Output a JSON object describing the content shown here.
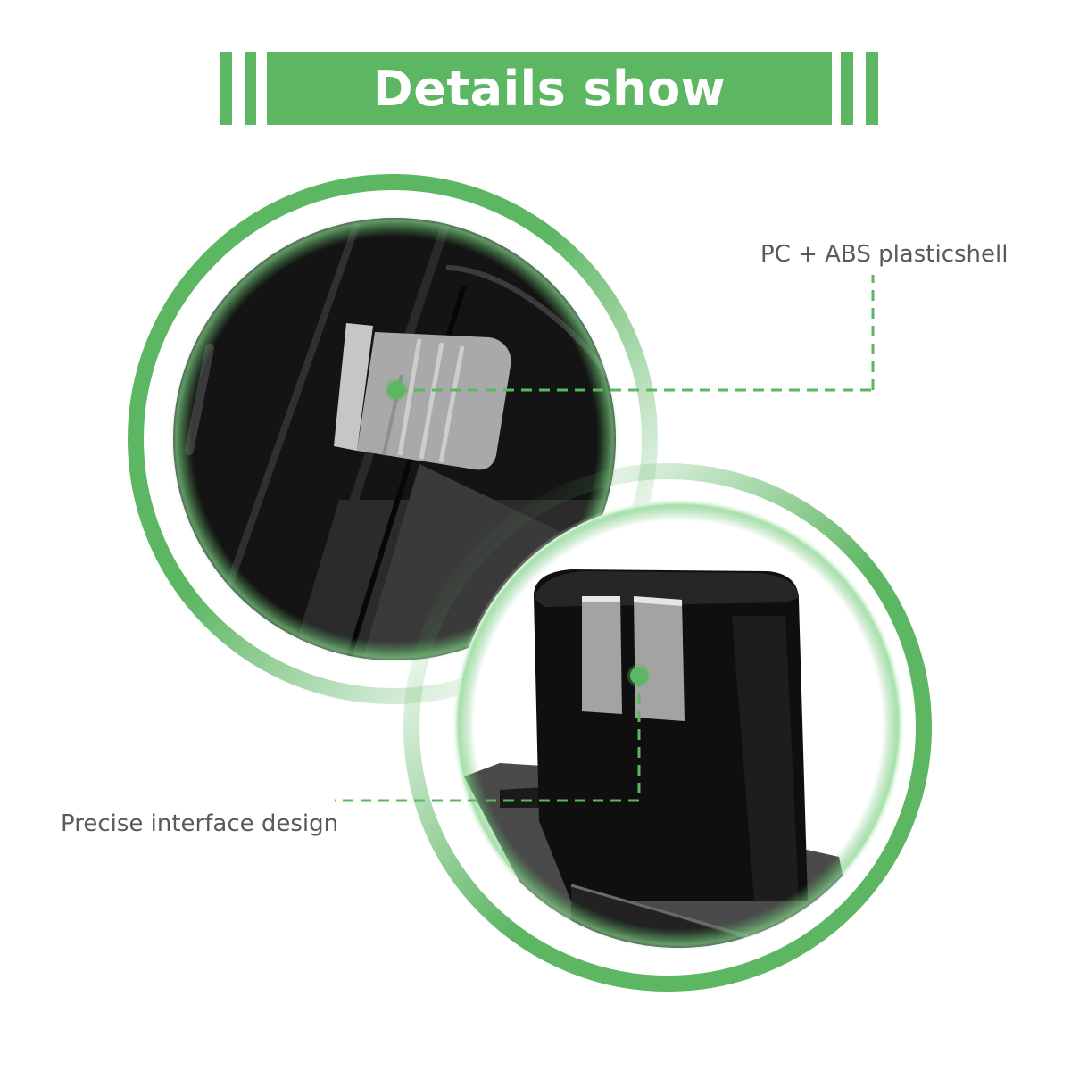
{
  "header": {
    "title": "Details show",
    "color": "#5cb662"
  },
  "callouts": [
    {
      "label": "PC + ABS plasticshell",
      "target": "battery-latch-closeup"
    },
    {
      "label": "Precise interface design",
      "target": "battery-terminal-closeup"
    }
  ],
  "images": {
    "top_circle": "battery-latch-closeup",
    "bottom_circle": "battery-terminal-closeup"
  },
  "colors": {
    "accent_green": "#5cb662",
    "label_gray": "#5a5a5a",
    "battery_black": "#111111",
    "latch_gray": "#a9a9a9"
  }
}
